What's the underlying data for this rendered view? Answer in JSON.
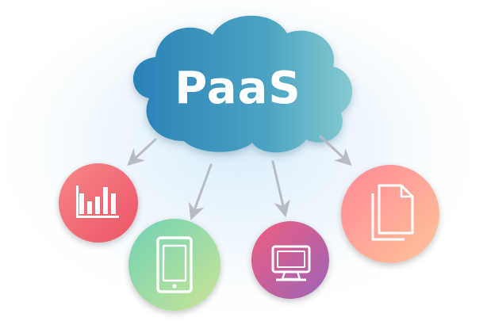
{
  "cloud": {
    "label": "PaaS"
  },
  "nodes": [
    {
      "name": "chart-node",
      "icon": "bar-chart-icon",
      "color_from": "#f47a7e",
      "color_to": "#ee5d6b"
    },
    {
      "name": "tablet-node",
      "icon": "tablet-icon",
      "color_from": "#7fd5b0",
      "color_to": "#c5e39a"
    },
    {
      "name": "monitor-node",
      "icon": "monitor-icon",
      "color_from": "#e85e84",
      "color_to": "#a064b4"
    },
    {
      "name": "document-node",
      "icon": "documents-icon",
      "color_from": "#ff8d94",
      "color_to": "#ffc19a"
    }
  ],
  "colors": {
    "cloud_left": "#2b86b8",
    "cloud_right": "#7cc6cf",
    "arrow": "#b8bec2",
    "glow": "#dff0fb"
  }
}
